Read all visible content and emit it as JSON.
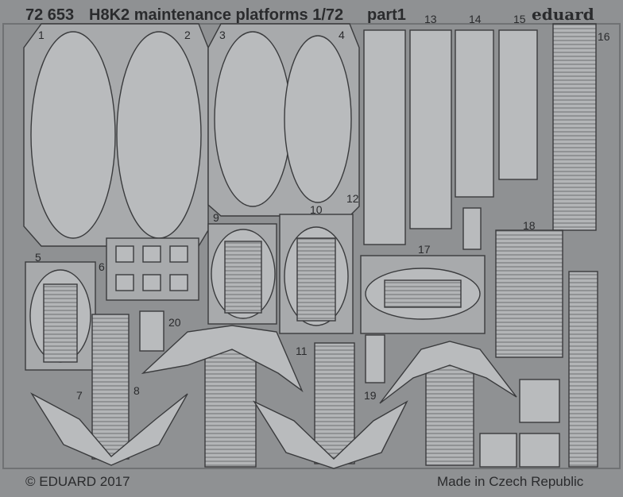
{
  "header": {
    "catalog_number": "72 653",
    "title": "H8K2 maintenance platforms 1/72",
    "part": "part1",
    "brand": "eduard"
  },
  "footer": {
    "copyright": "© EDUARD 2017",
    "origin": "Made in Czech Republic"
  },
  "part_numbers": {
    "p1": "1",
    "p2": "2",
    "p3": "3",
    "p4": "4",
    "p5": "5",
    "p6": "6",
    "p7": "7",
    "p8": "8",
    "p9": "9",
    "p10": "10",
    "p11": "11",
    "p12": "12",
    "p13": "13",
    "p14": "14",
    "p15": "15",
    "p16": "16",
    "p17": "17",
    "p18": "18",
    "p19": "19",
    "p20": "20"
  },
  "colors": {
    "background": "#8f9193",
    "fret_metal": "#b9bbbd",
    "outline": "#3a3b3d",
    "text": "#2a2b2d"
  }
}
